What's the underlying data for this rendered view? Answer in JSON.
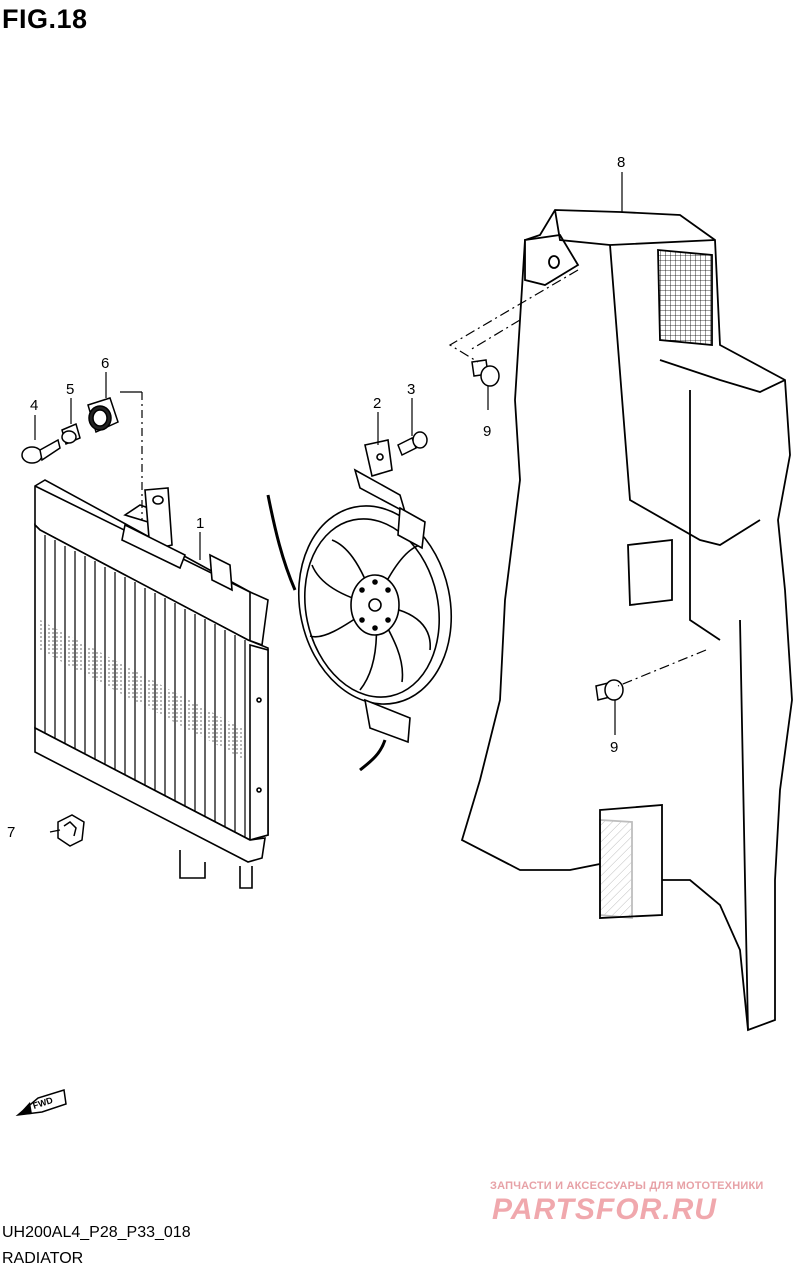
{
  "figure": {
    "title": "FIG.18"
  },
  "callouts": [
    "1",
    "2",
    "3",
    "4",
    "5",
    "6",
    "7",
    "8",
    "9",
    "9"
  ],
  "fwd_label": "FWD",
  "footer": {
    "code": "UH200AL4_P28_P33_018",
    "caption": "RADIATOR"
  },
  "watermark": {
    "subtitle": "ЗАПЧАСТИ И АКСЕССУАРЫ ДЛЯ МОТОТЕХНИКИ",
    "logo": "PARTSFOR.RU"
  }
}
